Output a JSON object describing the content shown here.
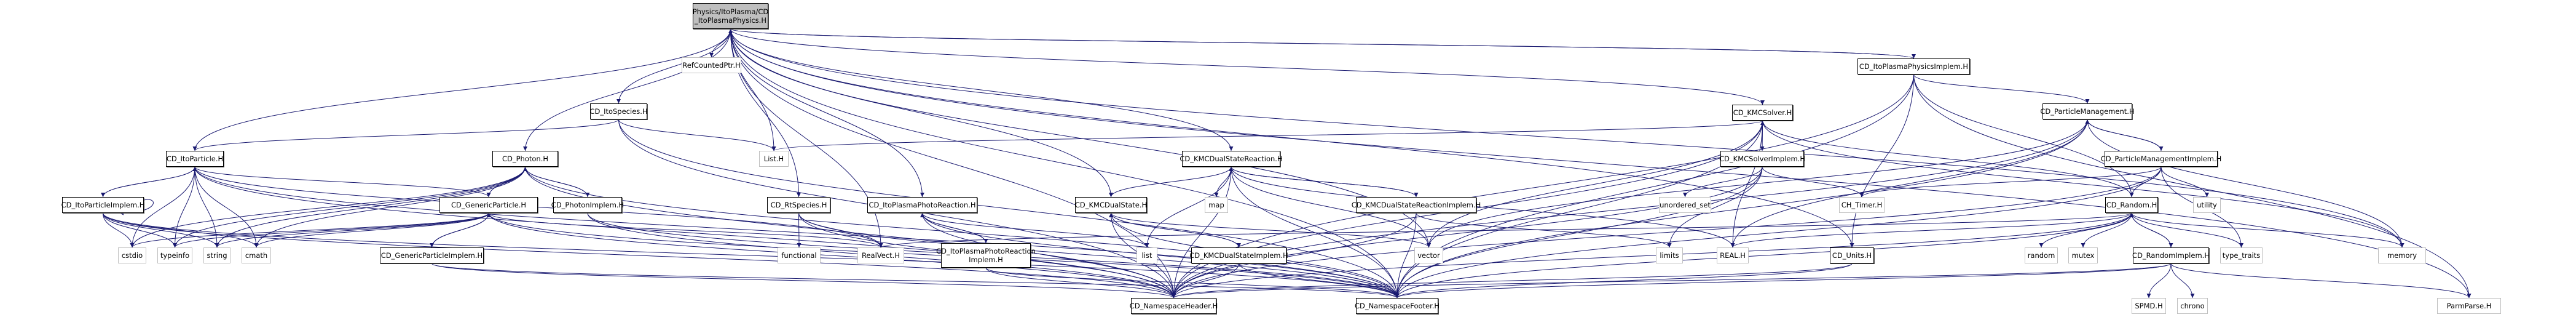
{
  "graph": {
    "title": "Physics/ItoPlasma/CD_ItoPlasmaPhysics.H",
    "edge_color": "#191970",
    "root_fill": "#bfbfbf",
    "local_border": "#000000",
    "external_border": "#bfbfbf",
    "nodes": [
      {
        "id": "root",
        "label": "Physics/ItoPlasma/CD\n_ItoPlasmaPhysics.H",
        "kind": "root"
      },
      {
        "id": "RefCountedPtr",
        "label": "RefCountedPtr.H",
        "kind": "ext"
      },
      {
        "id": "ItoSpecies",
        "label": "CD_ItoSpecies.H",
        "kind": "local"
      },
      {
        "id": "ItoParticle",
        "label": "CD_ItoParticle.H",
        "kind": "local"
      },
      {
        "id": "ItoParticleImplem",
        "label": "CD_ItoParticleImplem.H",
        "kind": "local"
      },
      {
        "id": "cstdio",
        "label": "cstdio",
        "kind": "ext"
      },
      {
        "id": "typeinfo",
        "label": "typeinfo",
        "kind": "ext"
      },
      {
        "id": "string",
        "label": "string",
        "kind": "ext"
      },
      {
        "id": "cmath",
        "label": "cmath",
        "kind": "ext"
      },
      {
        "id": "Photon",
        "label": "CD_Photon.H",
        "kind": "local"
      },
      {
        "id": "GenericParticle",
        "label": "CD_GenericParticle.H",
        "kind": "local"
      },
      {
        "id": "GenericParticleImplem",
        "label": "CD_GenericParticleImplem.H",
        "kind": "local"
      },
      {
        "id": "PhotonImplem",
        "label": "CD_PhotonImplem.H",
        "kind": "local"
      },
      {
        "id": "ListH",
        "label": "List.H",
        "kind": "ext"
      },
      {
        "id": "RtSpecies",
        "label": "CD_RtSpecies.H",
        "kind": "local"
      },
      {
        "id": "functional",
        "label": "functional",
        "kind": "ext"
      },
      {
        "id": "RealVect",
        "label": "RealVect.H",
        "kind": "ext"
      },
      {
        "id": "PhotoReaction",
        "label": "CD_ItoPlasmaPhotoReaction.H",
        "kind": "local"
      },
      {
        "id": "PhotoReactionImplem",
        "label": "CD_ItoPlasmaPhotoReaction\nImplem.H",
        "kind": "local"
      },
      {
        "id": "list",
        "label": "list",
        "kind": "ext"
      },
      {
        "id": "KMCDualState",
        "label": "CD_KMCDualState.H",
        "kind": "local"
      },
      {
        "id": "KMCDualStateReaction",
        "label": "CD_KMCDualStateReaction.H",
        "kind": "local"
      },
      {
        "id": "map",
        "label": "map",
        "kind": "ext"
      },
      {
        "id": "KMCDualStateImplem",
        "label": "CD_KMCDualStateImplem.H",
        "kind": "local"
      },
      {
        "id": "KMCDualStateReactionImplem",
        "label": "CD_KMCDualStateReactionImplem.H",
        "kind": "local"
      },
      {
        "id": "vector",
        "label": "vector",
        "kind": "ext"
      },
      {
        "id": "NamespaceHeader",
        "label": "CD_NamespaceHeader.H",
        "kind": "local"
      },
      {
        "id": "NamespaceFooter",
        "label": "CD_NamespaceFooter.H",
        "kind": "local"
      },
      {
        "id": "KMCSolver",
        "label": "CD_KMCSolver.H",
        "kind": "local"
      },
      {
        "id": "KMCSolverImplem",
        "label": "CD_KMCSolverImplem.H",
        "kind": "local"
      },
      {
        "id": "unordered_set",
        "label": "unordered_set",
        "kind": "ext"
      },
      {
        "id": "limits",
        "label": "limits",
        "kind": "ext"
      },
      {
        "id": "REAL",
        "label": "REAL.H",
        "kind": "ext"
      },
      {
        "id": "CH_Timer",
        "label": "CH_Timer.H",
        "kind": "ext"
      },
      {
        "id": "Units",
        "label": "CD_Units.H",
        "kind": "local"
      },
      {
        "id": "PhysicsImplem",
        "label": "CD_ItoPlasmaPhysicsImplem.H",
        "kind": "local"
      },
      {
        "id": "ParticleManagement",
        "label": "CD_ParticleManagement.H",
        "kind": "local"
      },
      {
        "id": "ParticleManagementImplem",
        "label": "CD_ParticleManagementImplem.H",
        "kind": "local"
      },
      {
        "id": "Random",
        "label": "CD_Random.H",
        "kind": "local"
      },
      {
        "id": "utility",
        "label": "utility",
        "kind": "ext"
      },
      {
        "id": "random",
        "label": "random",
        "kind": "ext"
      },
      {
        "id": "mutex",
        "label": "mutex",
        "kind": "ext"
      },
      {
        "id": "RandomImplem",
        "label": "CD_RandomImplem.H",
        "kind": "local"
      },
      {
        "id": "type_traits",
        "label": "type_traits",
        "kind": "ext"
      },
      {
        "id": "memory",
        "label": "memory",
        "kind": "ext"
      },
      {
        "id": "SPMD",
        "label": "SPMD.H",
        "kind": "ext"
      },
      {
        "id": "chrono",
        "label": "chrono",
        "kind": "ext"
      },
      {
        "id": "ParmParse",
        "label": "ParmParse.H",
        "kind": "ext"
      }
    ],
    "edges": [
      [
        "root",
        "RefCountedPtr"
      ],
      [
        "root",
        "ItoSpecies"
      ],
      [
        "root",
        "ItoParticle"
      ],
      [
        "root",
        "Photon"
      ],
      [
        "root",
        "ListH"
      ],
      [
        "root",
        "RtSpecies"
      ],
      [
        "root",
        "RealVect"
      ],
      [
        "root",
        "PhotoReaction"
      ],
      [
        "root",
        "KMCDualState"
      ],
      [
        "root",
        "KMCDualStateReaction"
      ],
      [
        "root",
        "KMCSolver"
      ],
      [
        "root",
        "vector"
      ],
      [
        "root",
        "NamespaceHeader"
      ],
      [
        "root",
        "NamespaceFooter"
      ],
      [
        "root",
        "PhysicsImplem"
      ],
      [
        "root",
        "memory"
      ],
      [
        "root",
        "ParmParse"
      ],
      [
        "root",
        "Units"
      ],
      [
        "ItoSpecies",
        "ItoParticle"
      ],
      [
        "ItoSpecies",
        "ListH"
      ],
      [
        "ItoSpecies",
        "NamespaceHeader"
      ],
      [
        "ItoSpecies",
        "NamespaceFooter"
      ],
      [
        "ItoParticle",
        "ItoParticleImplem"
      ],
      [
        "ItoParticle",
        "GenericParticle"
      ],
      [
        "ItoParticle",
        "cstdio"
      ],
      [
        "ItoParticle",
        "typeinfo"
      ],
      [
        "ItoParticle",
        "string"
      ],
      [
        "ItoParticle",
        "cmath"
      ],
      [
        "ItoParticle",
        "NamespaceHeader"
      ],
      [
        "ItoParticle",
        "NamespaceFooter"
      ],
      [
        "ItoParticle",
        "RealVect"
      ],
      [
        "ItoParticleImplem",
        "ItoParticle"
      ],
      [
        "ItoParticleImplem",
        "ItoParticleImplem"
      ],
      [
        "ItoParticleImplem",
        "cstdio"
      ],
      [
        "ItoParticleImplem",
        "typeinfo"
      ],
      [
        "ItoParticleImplem",
        "string"
      ],
      [
        "ItoParticleImplem",
        "cmath"
      ],
      [
        "ItoParticleImplem",
        "NamespaceHeader"
      ],
      [
        "ItoParticleImplem",
        "NamespaceFooter"
      ],
      [
        "Photon",
        "GenericParticle"
      ],
      [
        "Photon",
        "PhotonImplem"
      ],
      [
        "Photon",
        "cstdio"
      ],
      [
        "Photon",
        "typeinfo"
      ],
      [
        "Photon",
        "string"
      ],
      [
        "Photon",
        "cmath"
      ],
      [
        "Photon",
        "NamespaceHeader"
      ],
      [
        "Photon",
        "NamespaceFooter"
      ],
      [
        "PhotonImplem",
        "Photon"
      ],
      [
        "PhotonImplem",
        "NamespaceHeader"
      ],
      [
        "PhotonImplem",
        "NamespaceFooter"
      ],
      [
        "GenericParticle",
        "GenericParticleImplem"
      ],
      [
        "GenericParticle",
        "cstdio"
      ],
      [
        "GenericParticle",
        "typeinfo"
      ],
      [
        "GenericParticle",
        "string"
      ],
      [
        "GenericParticle",
        "cmath"
      ],
      [
        "GenericParticle",
        "RealVect"
      ],
      [
        "GenericParticle",
        "NamespaceHeader"
      ],
      [
        "GenericParticle",
        "NamespaceFooter"
      ],
      [
        "GenericParticleImplem",
        "GenericParticle"
      ],
      [
        "GenericParticleImplem",
        "NamespaceHeader"
      ],
      [
        "GenericParticleImplem",
        "NamespaceFooter"
      ],
      [
        "RtSpecies",
        "functional"
      ],
      [
        "RtSpecies",
        "RealVect"
      ],
      [
        "RtSpecies",
        "NamespaceHeader"
      ],
      [
        "RtSpecies",
        "NamespaceFooter"
      ],
      [
        "PhotoReaction",
        "PhotoReactionImplem"
      ],
      [
        "PhotoReaction",
        "list"
      ],
      [
        "PhotoReaction",
        "NamespaceHeader"
      ],
      [
        "PhotoReaction",
        "NamespaceFooter"
      ],
      [
        "PhotoReactionImplem",
        "PhotoReaction"
      ],
      [
        "PhotoReactionImplem",
        "NamespaceHeader"
      ],
      [
        "PhotoReactionImplem",
        "NamespaceFooter"
      ],
      [
        "KMCDualState",
        "KMCDualStateImplem"
      ],
      [
        "KMCDualState",
        "vector"
      ],
      [
        "KMCDualState",
        "NamespaceHeader"
      ],
      [
        "KMCDualState",
        "NamespaceFooter"
      ],
      [
        "KMCDualStateImplem",
        "KMCDualState"
      ],
      [
        "KMCDualStateImplem",
        "NamespaceHeader"
      ],
      [
        "KMCDualStateImplem",
        "NamespaceFooter"
      ],
      [
        "KMCDualStateReaction",
        "KMCDualState"
      ],
      [
        "KMCDualStateReaction",
        "map"
      ],
      [
        "KMCDualStateReaction",
        "KMCDualStateReactionImplem"
      ],
      [
        "KMCDualStateReaction",
        "list"
      ],
      [
        "KMCDualStateReaction",
        "vector"
      ],
      [
        "KMCDualStateReaction",
        "REAL"
      ],
      [
        "KMCDualStateReaction",
        "NamespaceHeader"
      ],
      [
        "KMCDualStateReaction",
        "NamespaceFooter"
      ],
      [
        "KMCDualStateReactionImplem",
        "KMCDualStateReaction"
      ],
      [
        "KMCDualStateReactionImplem",
        "limits"
      ],
      [
        "KMCDualStateReactionImplem",
        "NamespaceHeader"
      ],
      [
        "KMCDualStateReactionImplem",
        "NamespaceFooter"
      ],
      [
        "KMCSolver",
        "KMCSolverImplem"
      ],
      [
        "KMCSolver",
        "ListH"
      ],
      [
        "KMCSolver",
        "vector"
      ],
      [
        "KMCSolver",
        "REAL"
      ],
      [
        "KMCSolver",
        "Random"
      ],
      [
        "KMCSolver",
        "memory"
      ],
      [
        "KMCSolver",
        "NamespaceHeader"
      ],
      [
        "KMCSolver",
        "NamespaceFooter"
      ],
      [
        "KMCSolverImplem",
        "KMCSolver"
      ],
      [
        "KMCSolverImplem",
        "unordered_set"
      ],
      [
        "KMCSolverImplem",
        "limits"
      ],
      [
        "KMCSolverImplem",
        "CH_Timer"
      ],
      [
        "KMCSolverImplem",
        "NamespaceHeader"
      ],
      [
        "KMCSolverImplem",
        "NamespaceFooter"
      ],
      [
        "PhysicsImplem",
        "root"
      ],
      [
        "PhysicsImplem",
        "ParticleManagement"
      ],
      [
        "PhysicsImplem",
        "Random"
      ],
      [
        "PhysicsImplem",
        "Units"
      ],
      [
        "PhysicsImplem",
        "ParmParse"
      ],
      [
        "PhysicsImplem",
        "NamespaceHeader"
      ],
      [
        "PhysicsImplem",
        "NamespaceFooter"
      ],
      [
        "ParticleManagement",
        "ParticleManagementImplem"
      ],
      [
        "ParticleManagement",
        "vector"
      ],
      [
        "ParticleManagement",
        "REAL"
      ],
      [
        "ParticleManagement",
        "memory"
      ],
      [
        "ParticleManagement",
        "NamespaceHeader"
      ],
      [
        "ParticleManagement",
        "NamespaceFooter"
      ],
      [
        "ParticleManagementImplem",
        "ParticleManagement"
      ],
      [
        "ParticleManagementImplem",
        "Random"
      ],
      [
        "ParticleManagementImplem",
        "utility"
      ],
      [
        "ParticleManagementImplem",
        "type_traits"
      ],
      [
        "ParticleManagementImplem",
        "CH_Timer"
      ],
      [
        "ParticleManagementImplem",
        "NamespaceHeader"
      ],
      [
        "ParticleManagementImplem",
        "NamespaceFooter"
      ],
      [
        "Random",
        "RandomImplem"
      ],
      [
        "Random",
        "random"
      ],
      [
        "Random",
        "mutex"
      ],
      [
        "Random",
        "type_traits"
      ],
      [
        "Random",
        "memory"
      ],
      [
        "Random",
        "RealVect"
      ],
      [
        "Random",
        "REAL"
      ],
      [
        "Random",
        "NamespaceHeader"
      ],
      [
        "Random",
        "NamespaceFooter"
      ],
      [
        "RandomImplem",
        "Random"
      ],
      [
        "RandomImplem",
        "SPMD"
      ],
      [
        "RandomImplem",
        "chrono"
      ],
      [
        "RandomImplem",
        "ParmParse"
      ],
      [
        "RandomImplem",
        "NamespaceHeader"
      ],
      [
        "RandomImplem",
        "NamespaceFooter"
      ],
      [
        "Units",
        "NamespaceHeader"
      ],
      [
        "Units",
        "NamespaceFooter"
      ]
    ]
  }
}
